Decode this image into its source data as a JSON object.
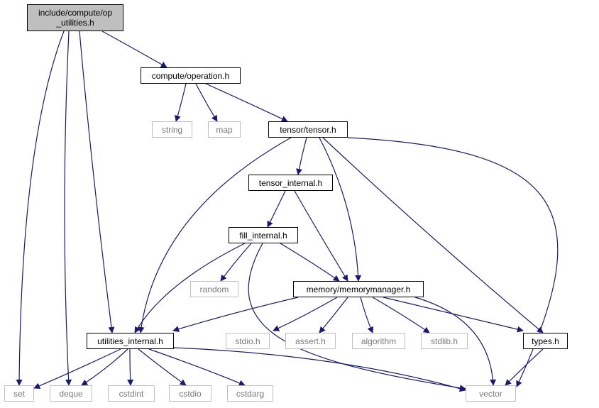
{
  "colors": {
    "edge": "#191970",
    "local_border": "#000000",
    "system_border": "#bfbfbf",
    "root_fill": "#bfbfbf",
    "system_text": "#7a7a7a"
  },
  "nodes": {
    "op_utilities": {
      "lines": [
        "include/compute/op",
        "_utilities.h"
      ],
      "kind": "root"
    },
    "operation": {
      "lines": [
        "compute/operation.h"
      ],
      "kind": "local"
    },
    "string": {
      "lines": [
        "string"
      ],
      "kind": "system"
    },
    "map": {
      "lines": [
        "map"
      ],
      "kind": "system"
    },
    "tensor": {
      "lines": [
        "tensor/tensor.h"
      ],
      "kind": "local"
    },
    "tensor_internal": {
      "lines": [
        "tensor_internal.h"
      ],
      "kind": "local"
    },
    "fill_internal": {
      "lines": [
        "fill_internal.h"
      ],
      "kind": "local"
    },
    "random": {
      "lines": [
        "random"
      ],
      "kind": "system"
    },
    "memorymanager": {
      "lines": [
        "memory/memorymanager.h"
      ],
      "kind": "local"
    },
    "utilities_internal": {
      "lines": [
        "utilities_internal.h"
      ],
      "kind": "local"
    },
    "stdio": {
      "lines": [
        "stdio.h"
      ],
      "kind": "system"
    },
    "assert": {
      "lines": [
        "assert.h"
      ],
      "kind": "system"
    },
    "algorithm": {
      "lines": [
        "algorithm"
      ],
      "kind": "system"
    },
    "stdlib": {
      "lines": [
        "stdlib.h"
      ],
      "kind": "system"
    },
    "types": {
      "lines": [
        "types.h"
      ],
      "kind": "local"
    },
    "set": {
      "lines": [
        "set"
      ],
      "kind": "system"
    },
    "deque": {
      "lines": [
        "deque"
      ],
      "kind": "system"
    },
    "cstdint": {
      "lines": [
        "cstdint"
      ],
      "kind": "system"
    },
    "cstdio": {
      "lines": [
        "cstdio"
      ],
      "kind": "system"
    },
    "cstdarg": {
      "lines": [
        "cstdarg"
      ],
      "kind": "system"
    },
    "vector": {
      "lines": [
        "vector"
      ],
      "kind": "system"
    }
  },
  "edges": [
    [
      "op_utilities",
      "operation"
    ],
    [
      "op_utilities",
      "set"
    ],
    [
      "op_utilities",
      "deque"
    ],
    [
      "op_utilities",
      "utilities_internal"
    ],
    [
      "operation",
      "string"
    ],
    [
      "operation",
      "map"
    ],
    [
      "operation",
      "tensor"
    ],
    [
      "tensor",
      "tensor_internal"
    ],
    [
      "tensor",
      "utilities_internal"
    ],
    [
      "tensor",
      "memorymanager"
    ],
    [
      "tensor",
      "types"
    ],
    [
      "tensor",
      "vector"
    ],
    [
      "tensor_internal",
      "fill_internal"
    ],
    [
      "tensor_internal",
      "memorymanager"
    ],
    [
      "fill_internal",
      "random"
    ],
    [
      "fill_internal",
      "utilities_internal"
    ],
    [
      "fill_internal",
      "memorymanager"
    ],
    [
      "fill_internal",
      "vector"
    ],
    [
      "memorymanager",
      "utilities_internal"
    ],
    [
      "memorymanager",
      "stdio"
    ],
    [
      "memorymanager",
      "assert"
    ],
    [
      "memorymanager",
      "algorithm"
    ],
    [
      "memorymanager",
      "stdlib"
    ],
    [
      "memorymanager",
      "types"
    ],
    [
      "memorymanager",
      "vector"
    ],
    [
      "utilities_internal",
      "set"
    ],
    [
      "utilities_internal",
      "deque"
    ],
    [
      "utilities_internal",
      "cstdint"
    ],
    [
      "utilities_internal",
      "cstdio"
    ],
    [
      "utilities_internal",
      "cstdarg"
    ],
    [
      "utilities_internal",
      "vector"
    ],
    [
      "types",
      "vector"
    ]
  ]
}
